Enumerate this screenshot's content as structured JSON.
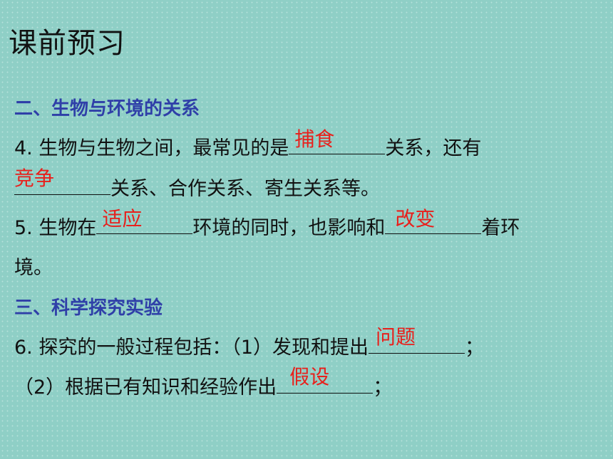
{
  "slide": {
    "title": "课前预习",
    "section2": "二、生物与环境的关系",
    "q4": {
      "prefix": "4. 生物与生物之间，最常见的是",
      "answer1": "捕食",
      "mid1": "关系，还有",
      "answer2": "竞争",
      "mid2": "关系、合作关系、寄生关系等。"
    },
    "q5": {
      "prefix": "5. 生物在",
      "answer1": "适应",
      "mid1": "环境的同时，也影响和",
      "answer2": "改变",
      "mid2": "着环",
      "cont": "境。"
    },
    "section3": "三、科学探究实验",
    "q6": {
      "prefix": "6. 探究的一般过程包括：（1）发现和提出",
      "answer1": "问题",
      "end1": "；",
      "prefix2": "（2）根据已有知识和经验作出",
      "answer2": "假设",
      "end2": "；"
    }
  }
}
